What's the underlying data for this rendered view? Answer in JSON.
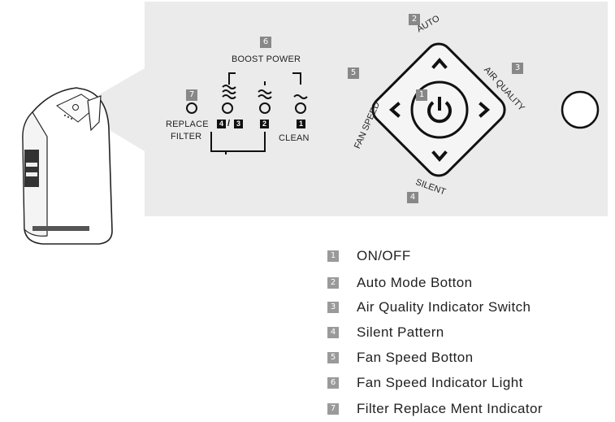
{
  "panel": {
    "boost_power_label": "BOOST POWER",
    "replace_filter_line1": "REPLACE",
    "replace_filter_line2": "FILTER",
    "clean_label": "CLEAN",
    "speed_labels": [
      "4",
      "3",
      "2",
      "1"
    ],
    "speed_slash": "/",
    "button_labels": {
      "auto": "AUTO",
      "air_quality": "AIR QUALITY",
      "silent": "SILENT",
      "fan_speed": "FAN SPEED"
    },
    "badges": [
      "1",
      "2",
      "3",
      "4",
      "5",
      "6",
      "7"
    ]
  },
  "legend": [
    {
      "num": "1",
      "text": "ON/OFF"
    },
    {
      "num": "2",
      "text": "Auto Mode Botton"
    },
    {
      "num": "3",
      "text": "Air Quality Indicator Switch"
    },
    {
      "num": "4",
      "text": "Silent Pattern"
    },
    {
      "num": "5",
      "text": "Fan Speed Botton"
    },
    {
      "num": "6",
      "text": "Fan Speed Indicator Light"
    },
    {
      "num": "7",
      "text": "Filter Replace Ment Indicator"
    }
  ],
  "colors": {
    "panel_bg": "#ebebeb",
    "badge_bg": "#888888",
    "ink": "#111111"
  }
}
